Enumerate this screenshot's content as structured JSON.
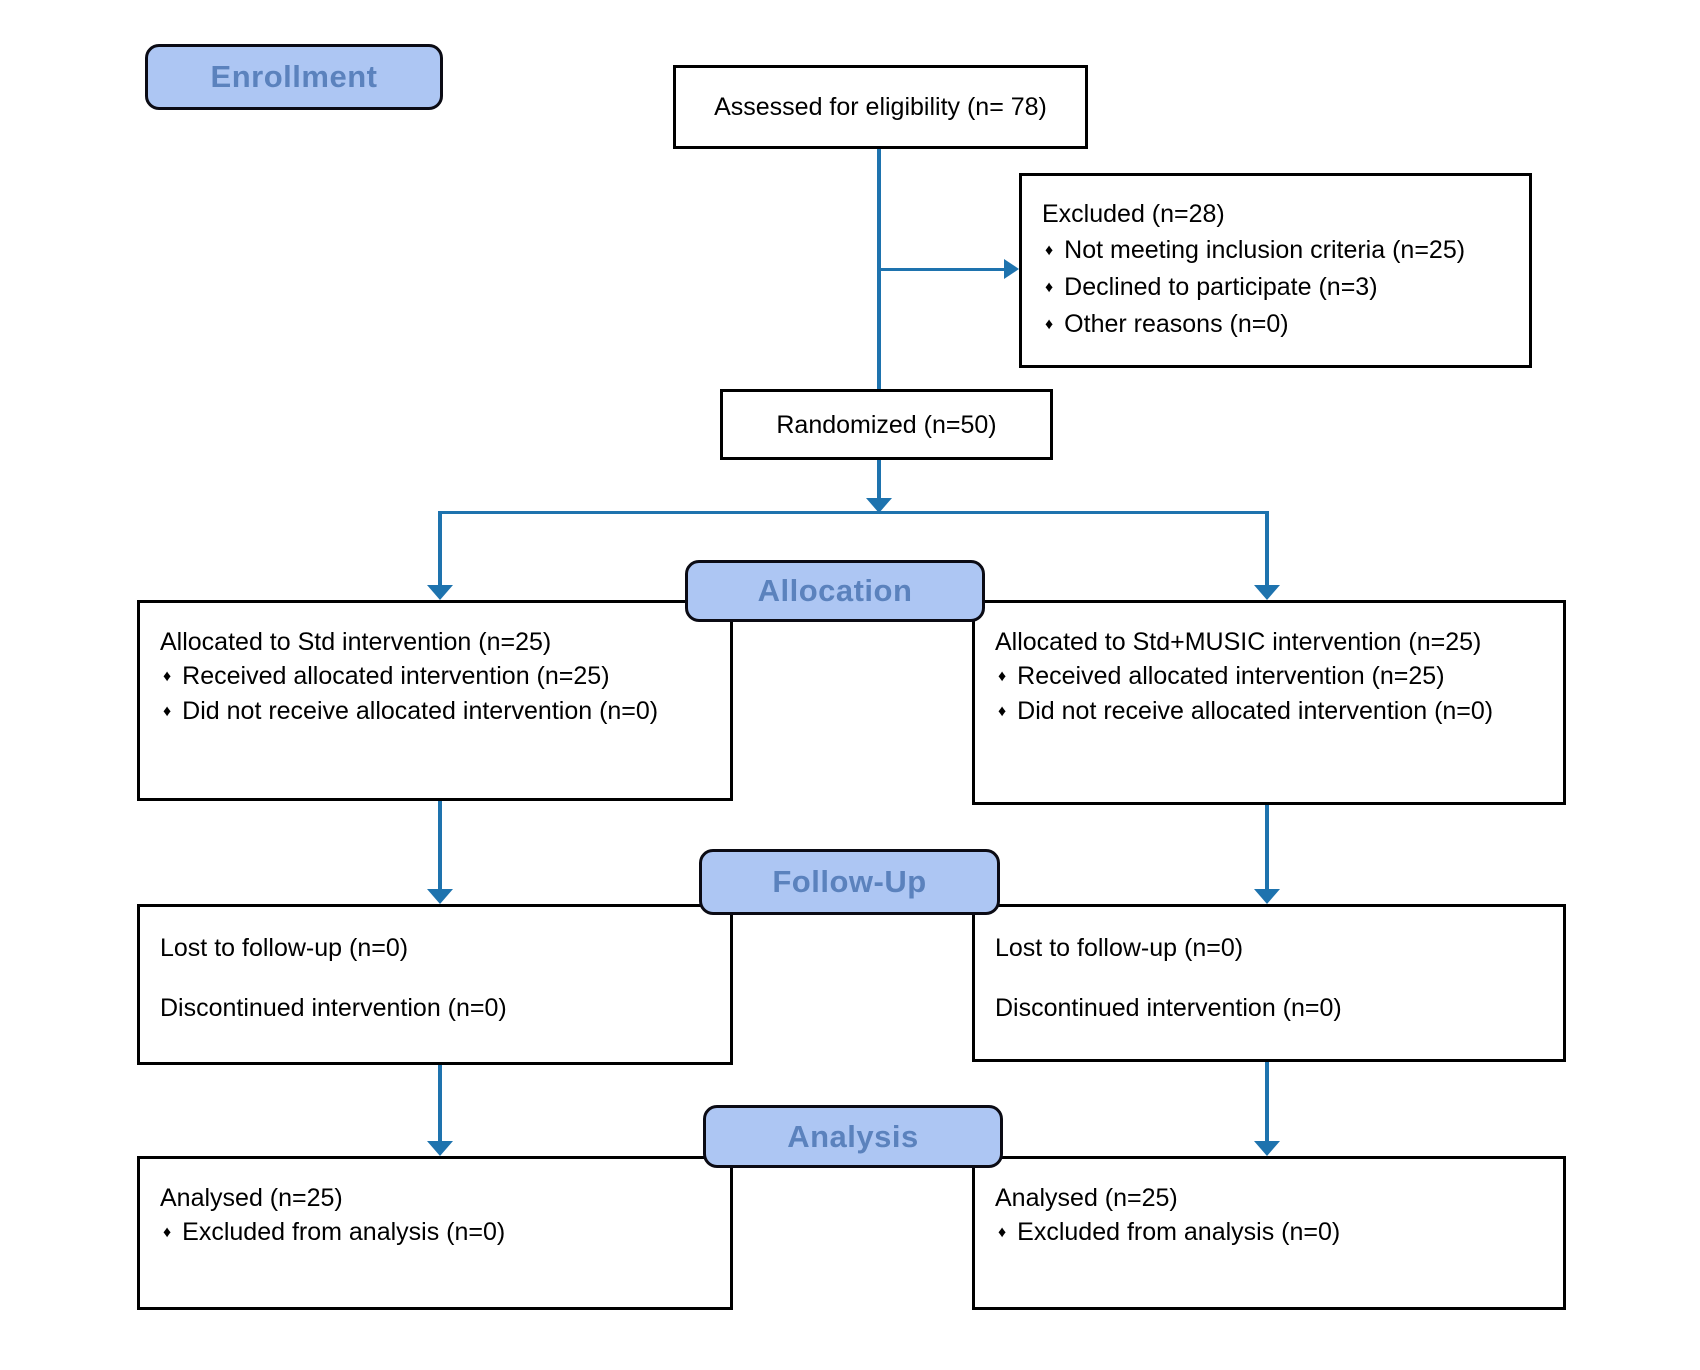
{
  "stage_labels": {
    "enrollment": "Enrollment",
    "allocation": "Allocation",
    "followup": "Follow-Up",
    "analysis": "Analysis"
  },
  "glyphs": {
    "bullet": "♦"
  },
  "colors": {
    "arrow": "#1E73AE",
    "label_fill": "#ADC6F3",
    "label_text": "#5B82BD",
    "box_border": "#000000"
  },
  "boxes": {
    "assessed": {
      "text": "Assessed for eligibility (n= 78)"
    },
    "excluded": {
      "title": "Excluded  (n=28)",
      "items": [
        "Not meeting inclusion criteria (n=25)",
        "Declined to participate (n=3)",
        "Other reasons (n=0)"
      ]
    },
    "randomized": {
      "text": "Randomized (n=50)"
    },
    "allocation_left": {
      "title": "Allocated to Std intervention (n=25)",
      "items": [
        "Received allocated intervention (n=25)",
        "Did not receive allocated intervention (n=0)"
      ]
    },
    "allocation_right": {
      "title": "Allocated to Std+MUSIC intervention (n=25)",
      "items": [
        "Received allocated intervention (n=25)",
        "Did not receive allocated intervention (n=0)"
      ]
    },
    "followup_left": {
      "line1": "Lost to follow-up (n=0)",
      "line2": "Discontinued intervention (n=0)"
    },
    "followup_right": {
      "line1": "Lost to follow-up (n=0)",
      "line2": "Discontinued intervention (n=0)"
    },
    "analysis_left": {
      "title": "Analysed  (n=25)",
      "items": [
        "Excluded from analysis (n=0)"
      ]
    },
    "analysis_right": {
      "title": "Analysed (n=25)",
      "items": [
        "Excluded from analysis (n=0)"
      ]
    }
  }
}
